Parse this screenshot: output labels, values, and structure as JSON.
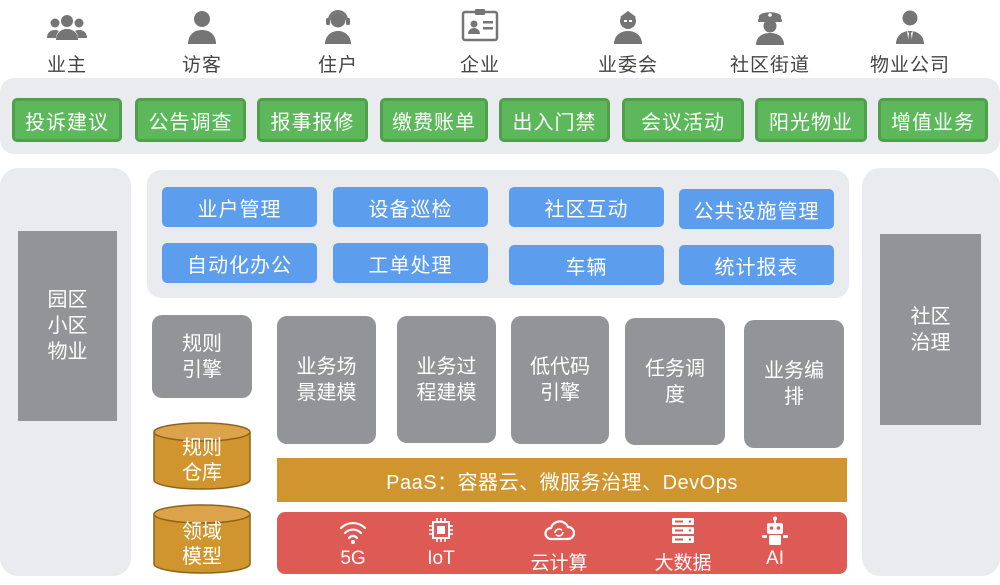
{
  "roles": [
    {
      "label": "业主",
      "icon": "users-group-icon"
    },
    {
      "label": "访客",
      "icon": "person-icon"
    },
    {
      "label": "住户",
      "icon": "headset-person-icon"
    },
    {
      "label": "企业",
      "icon": "id-card-icon"
    },
    {
      "label": "业委会",
      "icon": "committee-member-icon"
    },
    {
      "label": "社区街道",
      "icon": "officer-icon"
    },
    {
      "label": "物业公司",
      "icon": "businessman-icon"
    }
  ],
  "services": [
    "投诉建议",
    "公告调查",
    "报事报修",
    "缴费账单",
    "出入门禁",
    "会议活动",
    "阳光物业",
    "增值业务"
  ],
  "left_panel": "园区\n小区\n物业",
  "right_panel": "社区\n治理",
  "modules": [
    "业户管理",
    "设备巡检",
    "社区互动",
    "公共设施管理",
    "自动化办公",
    "工单处理",
    "车辆",
    "统计报表"
  ],
  "rule_engine": "规则\n引擎",
  "rule_store": "规则\n仓库",
  "domain_model": "领域\n模型",
  "engines": [
    "业务场\n景建模",
    "业务过\n程建模",
    "低代码\n引擎",
    "任务调\n度",
    "业务编\n排"
  ],
  "paas": "PaaS：容器云、微服务治理、DevOps",
  "infrastructure": [
    {
      "label": "5G",
      "icon": "wifi-signal-icon"
    },
    {
      "label": "IoT",
      "icon": "chip-icon"
    },
    {
      "label": "云计算",
      "icon": "cloud-icon"
    },
    {
      "label": "大数据",
      "icon": "server-icon"
    },
    {
      "label": "AI",
      "icon": "robot-icon"
    }
  ],
  "colors": {
    "green": "#5db85b",
    "blue": "#5c9ded",
    "gray": "#929497",
    "gold": "#d0952e",
    "red": "#de5a55",
    "panel": "#e9ebef"
  }
}
